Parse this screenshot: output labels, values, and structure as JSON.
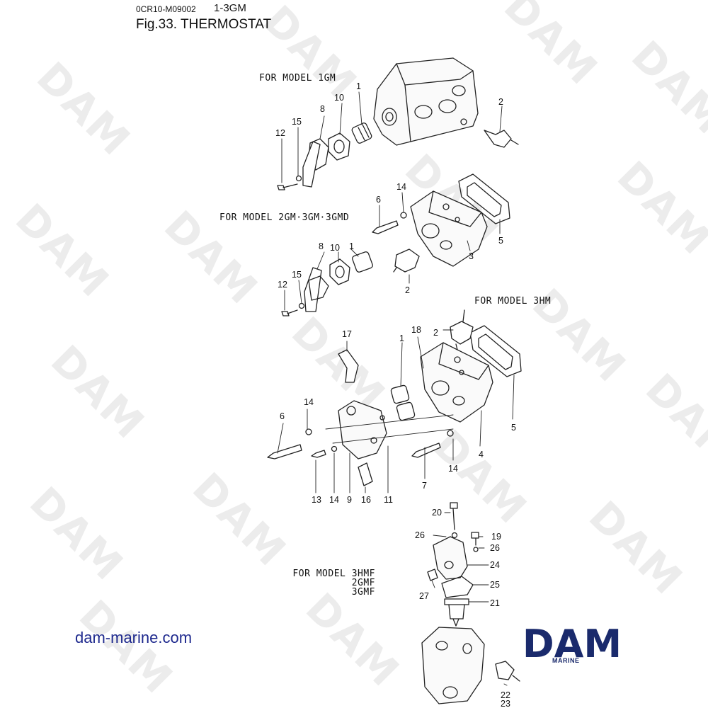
{
  "header": {
    "code": "0CR10-M09002",
    "model": "1-3GM",
    "figure": "Fig.33.  THERMOSTAT"
  },
  "sections": {
    "model_1gm": "FOR MODEL 1GM",
    "model_2gm": "FOR MODEL 2GM·3GM·3GMD",
    "model_3hm": "FOR MODEL 3HM",
    "model_3hmf": [
      "FOR MODEL 3HMF",
      "2GMF",
      "3GMF"
    ]
  },
  "callouts": {
    "s1": [
      "12",
      "15",
      "8",
      "10",
      "1",
      "2"
    ],
    "s2": [
      "6",
      "14",
      "5",
      "3",
      "1",
      "10",
      "8",
      "15",
      "12",
      "2"
    ],
    "s3": [
      "17",
      "18",
      "1",
      "2",
      "5",
      "4",
      "14",
      "6",
      "14",
      "7",
      "13",
      "14",
      "9",
      "16",
      "11"
    ],
    "s4": [
      "20",
      "19",
      "26",
      "26",
      "24",
      "25",
      "27",
      "21",
      "22",
      "23"
    ]
  },
  "footer": {
    "website": "dam-marine.com",
    "logo_text": "DAM",
    "logo_subtext": "MARINE",
    "watermark_text": "DAM"
  },
  "colors": {
    "logo_blue": "#1a2a6c",
    "link_blue": "#1f2a8e",
    "line_art": "#222222",
    "watermark": "#ececec"
  }
}
